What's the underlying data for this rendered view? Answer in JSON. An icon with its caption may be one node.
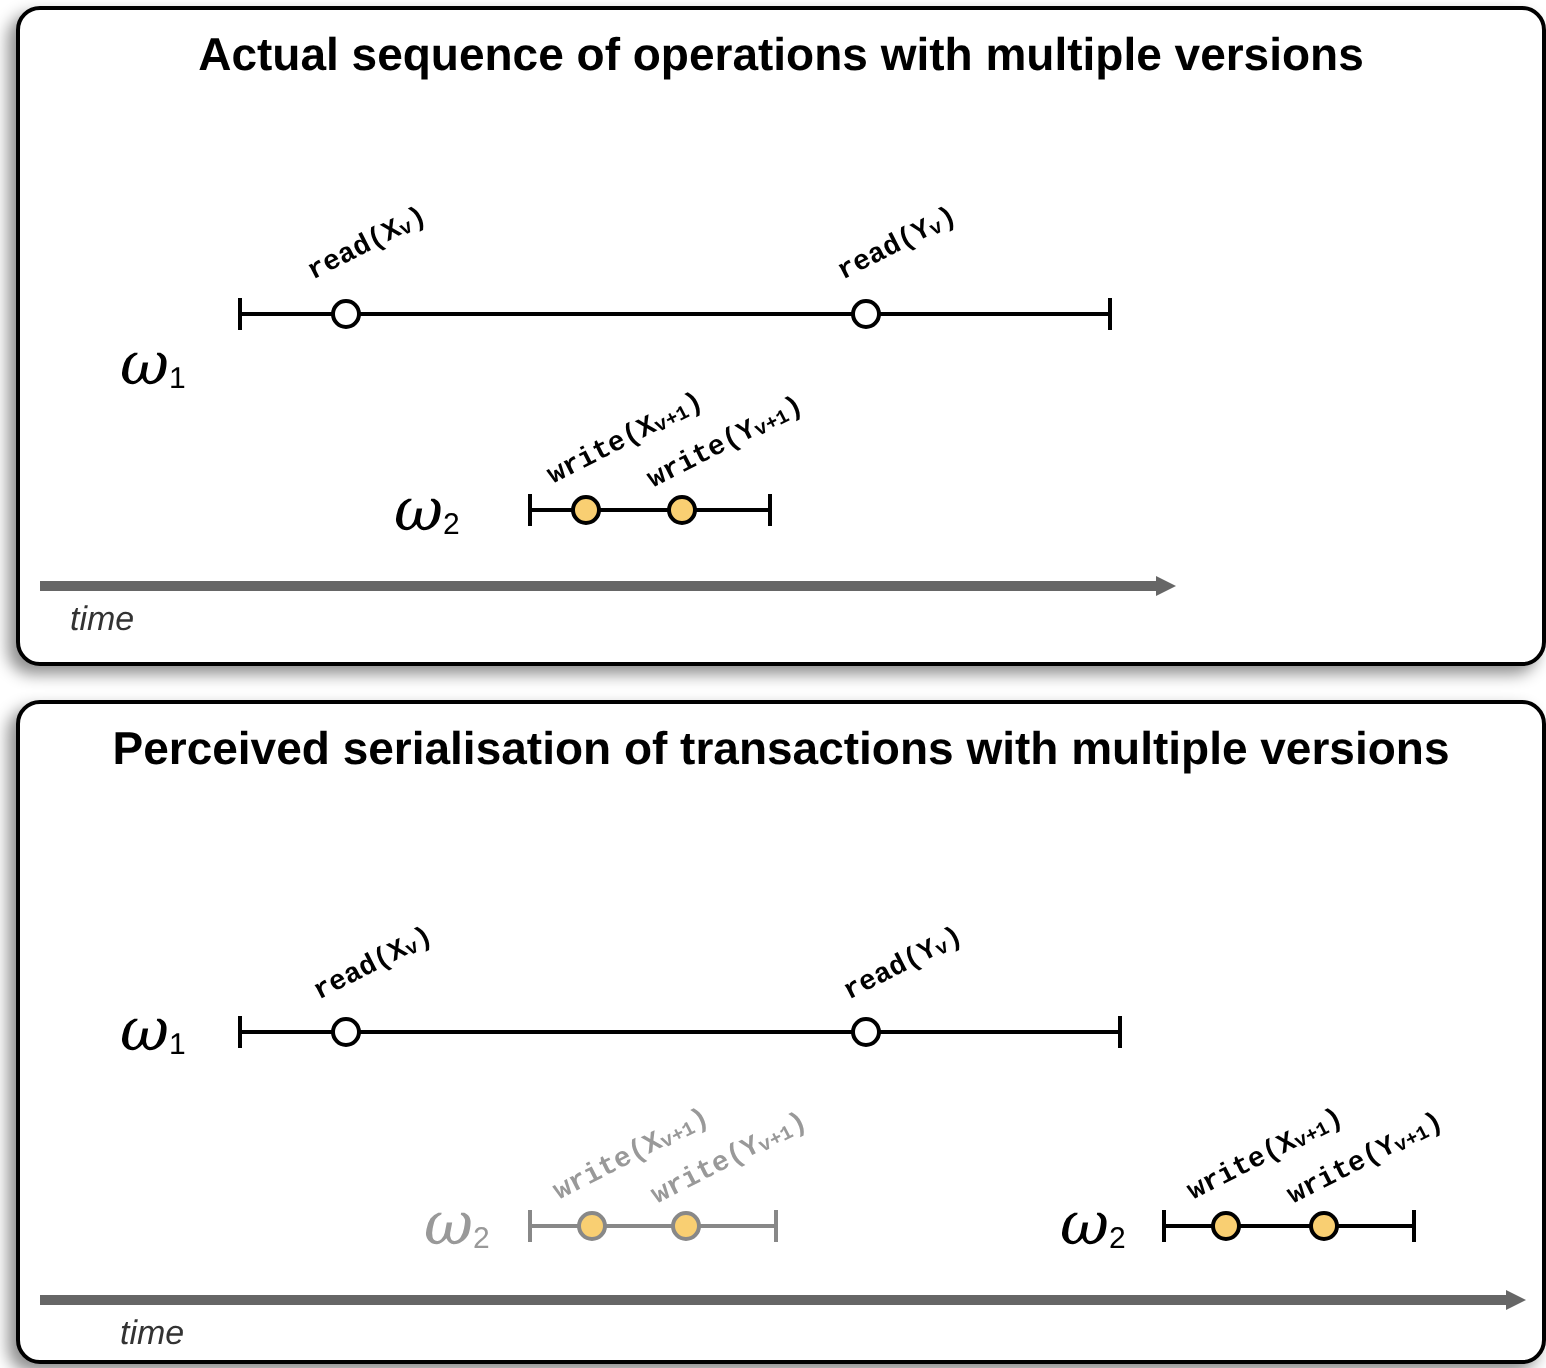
{
  "diagram": {
    "nodes": [
      {
        "text": [
          "Actual sequence of operations with multiple versions"
        ]
      },
      {
        "text": [
          "Perceived serialisation of transactions with multiple versions"
        ]
      }
    ],
    "edges": [],
    "labels": [
      "read(X$_{v}$)",
      "read(Y$_{v}$)",
      "ω$_{1}$",
      "write(X$_{v+1}$)",
      "write(Y$_{v+1}$)",
      "ω$_{2}$",
      "time",
      "read(X$_{v}$)",
      "read(Y$_{v}$)",
      "ω$_{1}$",
      "write(X$_{v+1}$)",
      "write(Y$_{v+1}$)",
      "write(X$_{v+1}$)",
      "write(Y$_{v+1}$)",
      "ω$_{2}$",
      "ω$_{2}$",
      "time"
    ]
  }
}
